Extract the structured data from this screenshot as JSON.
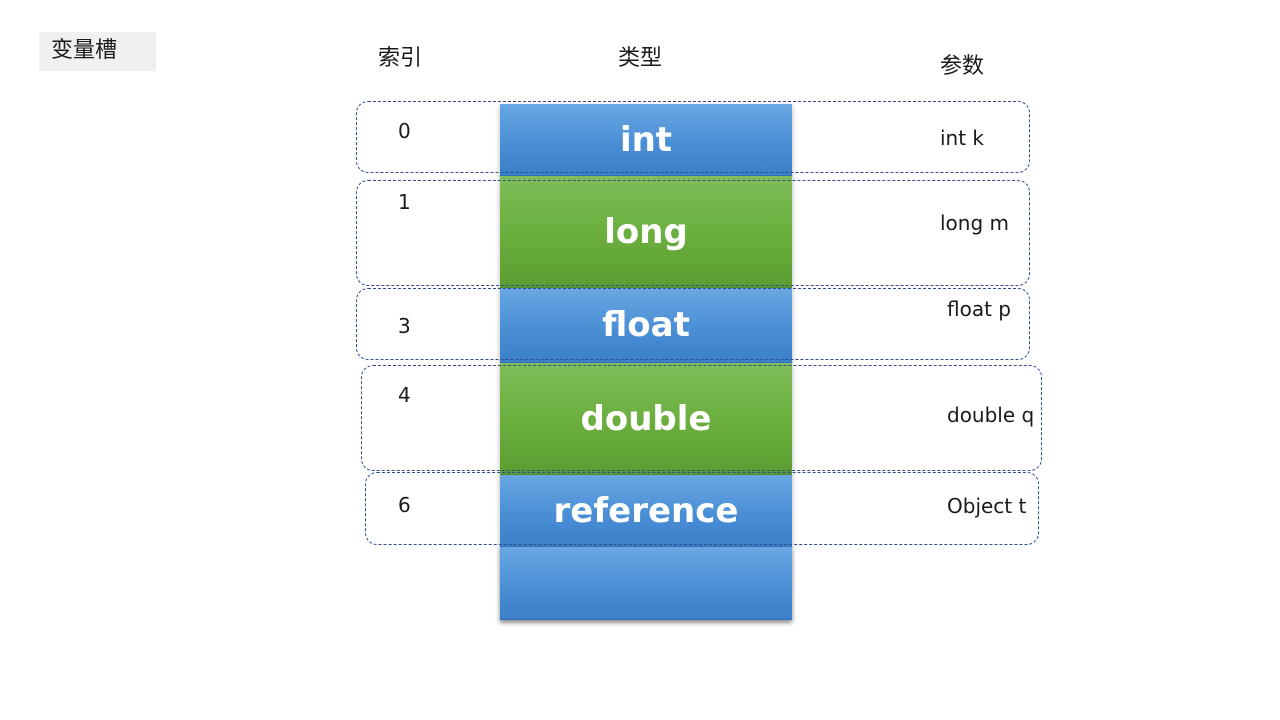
{
  "title": "变量槽",
  "headers": {
    "index": "索引",
    "type": "类型",
    "param": "参数"
  },
  "rows": [
    {
      "index": "0",
      "type": "int",
      "param": "int k",
      "color": "#4a8fd6"
    },
    {
      "index": "1",
      "type": "long",
      "param": "long m",
      "color": "#6aae3e"
    },
    {
      "index": "3",
      "type": "float",
      "param": "float p",
      "color": "#4a8fd6"
    },
    {
      "index": "4",
      "type": "double",
      "param": "double q",
      "color": "#6aae3e"
    },
    {
      "index": "6",
      "type": "reference",
      "param": "Object t",
      "color": "#4a8fd6"
    }
  ],
  "colors": {
    "slot_border": "#2f4d8c",
    "blue_cell": "#4a8fd6",
    "green_cell": "#6aae3e",
    "title_background": "#f0f0f0"
  }
}
